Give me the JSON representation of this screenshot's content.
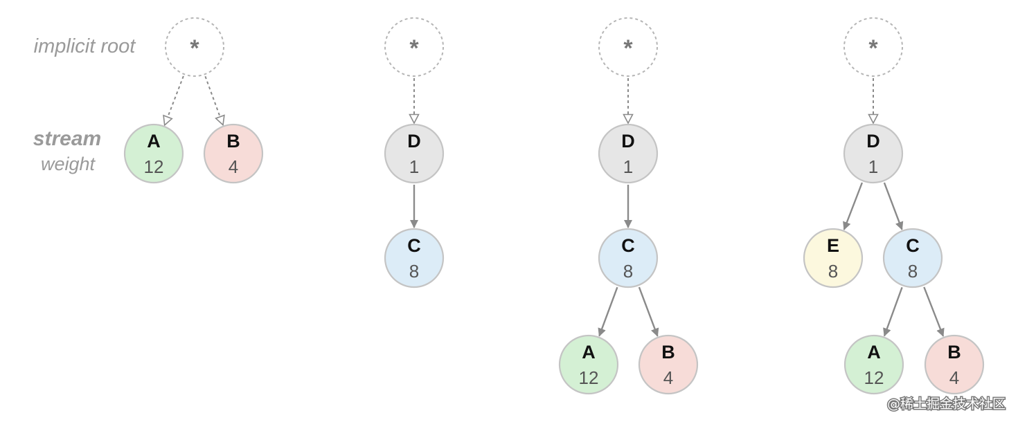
{
  "legend": {
    "root_label": "implicit root",
    "stream_label": "stream",
    "weight_label": "weight"
  },
  "root_symbol": "*",
  "colors": {
    "green": "#d4f0d4",
    "pink": "#f7dcd8",
    "grey": "#e6e6e6",
    "blue": "#dcecf7",
    "yellow": "#fcf8de",
    "edge": "#8a8a8a",
    "dashed": "#b5b5b5",
    "node_stroke": "#c4c4c4"
  },
  "trees": [
    {
      "nodes": [
        {
          "id": "root",
          "root": true
        },
        {
          "id": "A",
          "label": "A",
          "weight": "12",
          "color": "green"
        },
        {
          "id": "B",
          "label": "B",
          "weight": "4",
          "color": "pink"
        }
      ],
      "edges": [
        {
          "from": "root",
          "to": "A",
          "style": "dashed"
        },
        {
          "from": "root",
          "to": "B",
          "style": "dashed"
        }
      ]
    },
    {
      "nodes": [
        {
          "id": "root",
          "root": true
        },
        {
          "id": "D",
          "label": "D",
          "weight": "1",
          "color": "grey"
        },
        {
          "id": "C",
          "label": "C",
          "weight": "8",
          "color": "blue"
        }
      ],
      "edges": [
        {
          "from": "root",
          "to": "D",
          "style": "dashed"
        },
        {
          "from": "D",
          "to": "C",
          "style": "solid"
        }
      ]
    },
    {
      "nodes": [
        {
          "id": "root",
          "root": true
        },
        {
          "id": "D",
          "label": "D",
          "weight": "1",
          "color": "grey"
        },
        {
          "id": "C",
          "label": "C",
          "weight": "8",
          "color": "blue"
        },
        {
          "id": "A",
          "label": "A",
          "weight": "12",
          "color": "green"
        },
        {
          "id": "B",
          "label": "B",
          "weight": "4",
          "color": "pink"
        }
      ],
      "edges": [
        {
          "from": "root",
          "to": "D",
          "style": "dashed"
        },
        {
          "from": "D",
          "to": "C",
          "style": "solid"
        },
        {
          "from": "C",
          "to": "A",
          "style": "solid"
        },
        {
          "from": "C",
          "to": "B",
          "style": "solid"
        }
      ]
    },
    {
      "nodes": [
        {
          "id": "root",
          "root": true
        },
        {
          "id": "D",
          "label": "D",
          "weight": "1",
          "color": "grey"
        },
        {
          "id": "E",
          "label": "E",
          "weight": "8",
          "color": "yellow"
        },
        {
          "id": "C",
          "label": "C",
          "weight": "8",
          "color": "blue"
        },
        {
          "id": "A",
          "label": "A",
          "weight": "12",
          "color": "green"
        },
        {
          "id": "B",
          "label": "B",
          "weight": "4",
          "color": "pink"
        }
      ],
      "edges": [
        {
          "from": "root",
          "to": "D",
          "style": "dashed"
        },
        {
          "from": "D",
          "to": "E",
          "style": "solid"
        },
        {
          "from": "D",
          "to": "C",
          "style": "solid"
        },
        {
          "from": "C",
          "to": "A",
          "style": "solid"
        },
        {
          "from": "C",
          "to": "B",
          "style": "solid"
        }
      ]
    }
  ],
  "watermark": "@稀土掘金技术社区"
}
